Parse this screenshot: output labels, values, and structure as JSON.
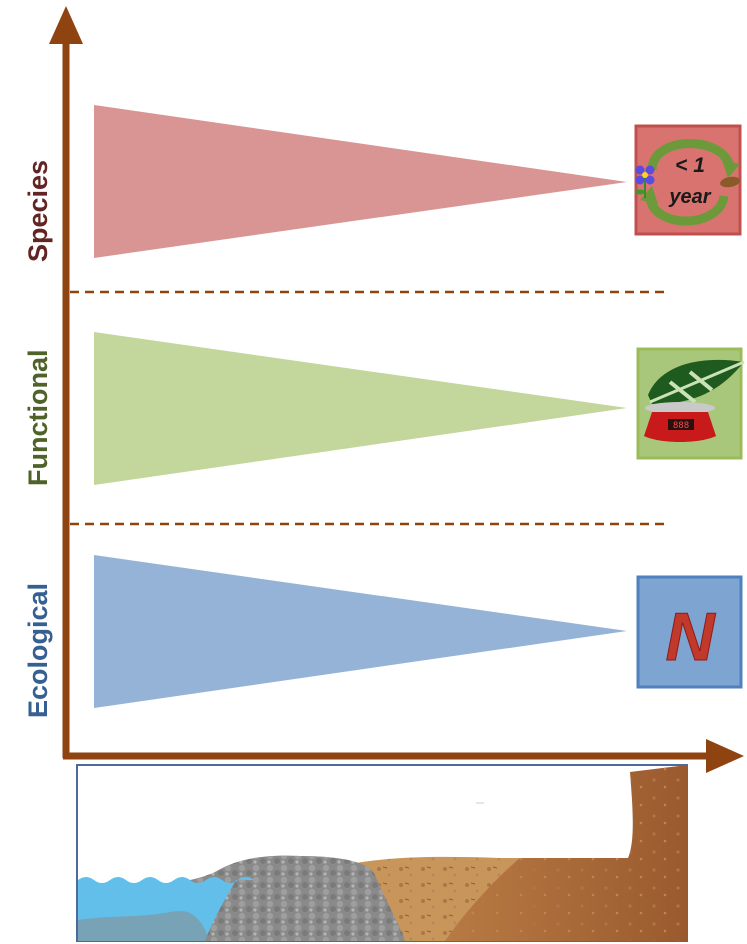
{
  "axis_labels": {
    "species": "Species",
    "functional": "Functional",
    "ecological": "Ecological"
  },
  "icons": {
    "species_lifecycle_text_line1": "< 1",
    "species_lifecycle_text_line2": "year",
    "functional_scale_icon": "leaf-on-scale-icon",
    "functional_scale_display": "888",
    "ecological_nitrogen_letter": "N"
  },
  "colors": {
    "axis": "#8e4311",
    "species_wedge": "#d99594",
    "functional_wedge": "#c3d69b",
    "ecological_wedge": "#95b3d7",
    "species_label": "#632523",
    "functional_label": "#4f6228",
    "ecological_label": "#366092",
    "water": "#62bfe9",
    "rock": "#8c8c8c",
    "sand": "#c8955a",
    "soil": "#9a5a2e"
  }
}
